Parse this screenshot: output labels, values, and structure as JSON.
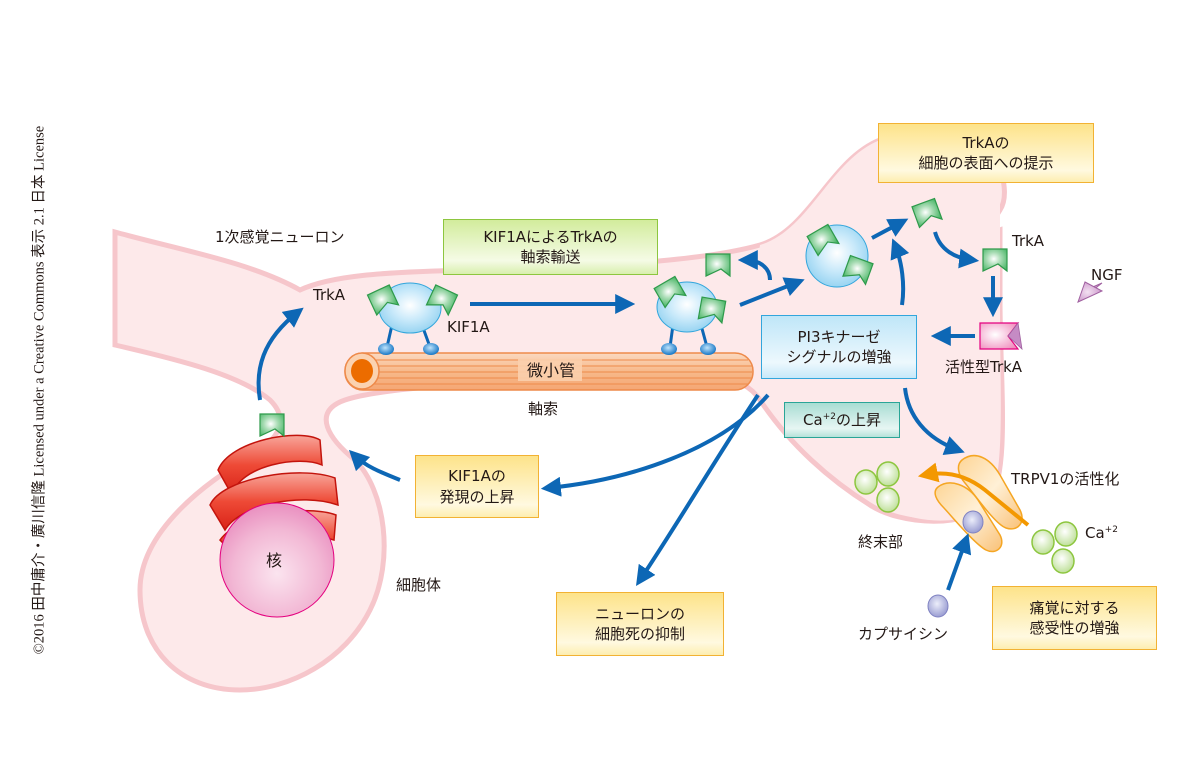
{
  "credit": "©2016 田中庸介・廣川信隆 Licensed under a Creative Commons 表示 2.1 日本 License",
  "regions": {
    "neuron": "1次感覚ニューロン",
    "axon": "軸索",
    "cell_body": "細胞体",
    "terminal": "終末部",
    "nucleus": "核",
    "microtubule": "微小管"
  },
  "molecules": {
    "trka_left": "TrkA",
    "kif1a": "KIF1A",
    "trka_right": "TrkA",
    "ngf": "NGF",
    "active_trka": "活性型TrkA",
    "capsaicin": "カプサイシン",
    "calcium": "Ca",
    "calcium_charge": "+2"
  },
  "boxes": {
    "axonal_transport": [
      "KIF1AによるTrkAの",
      "軸索輸送"
    ],
    "surface_presentation": [
      "TrkAの",
      "細胞の表面への提示"
    ],
    "pi3k": [
      "PI3キナーゼ",
      "シグナルの増強"
    ],
    "calcium_rise": {
      "prefix": "Ca",
      "charge": "+2",
      "suffix": "の上昇"
    },
    "kif1a_expression": [
      "KIF1Aの",
      "発現の上昇"
    ],
    "cell_death": [
      "ニューロンの",
      "細胞死の抑制"
    ],
    "pain_sensitivity": [
      "痛覚に対する",
      "感受性の増強"
    ],
    "trpv1_activation": "TRPV1の活性化"
  },
  "colors": {
    "cell_fill": "#fde9ea",
    "cell_stroke": "#f6c6cb",
    "arrow_blue": "#0d67b5",
    "arrow_orange": "#f39800",
    "trka_green": "#4fb86b",
    "vesicle_blue": "#a5d8f3",
    "microtubule_orange": "#f7b98a",
    "golgi_red": "#e8261d",
    "nucleus_pink": "#ee9ec6",
    "ngf_purple": "#c58bc4",
    "calcium_green": "#c4e3a0",
    "capsaicin_violet": "#a7a9d6"
  }
}
